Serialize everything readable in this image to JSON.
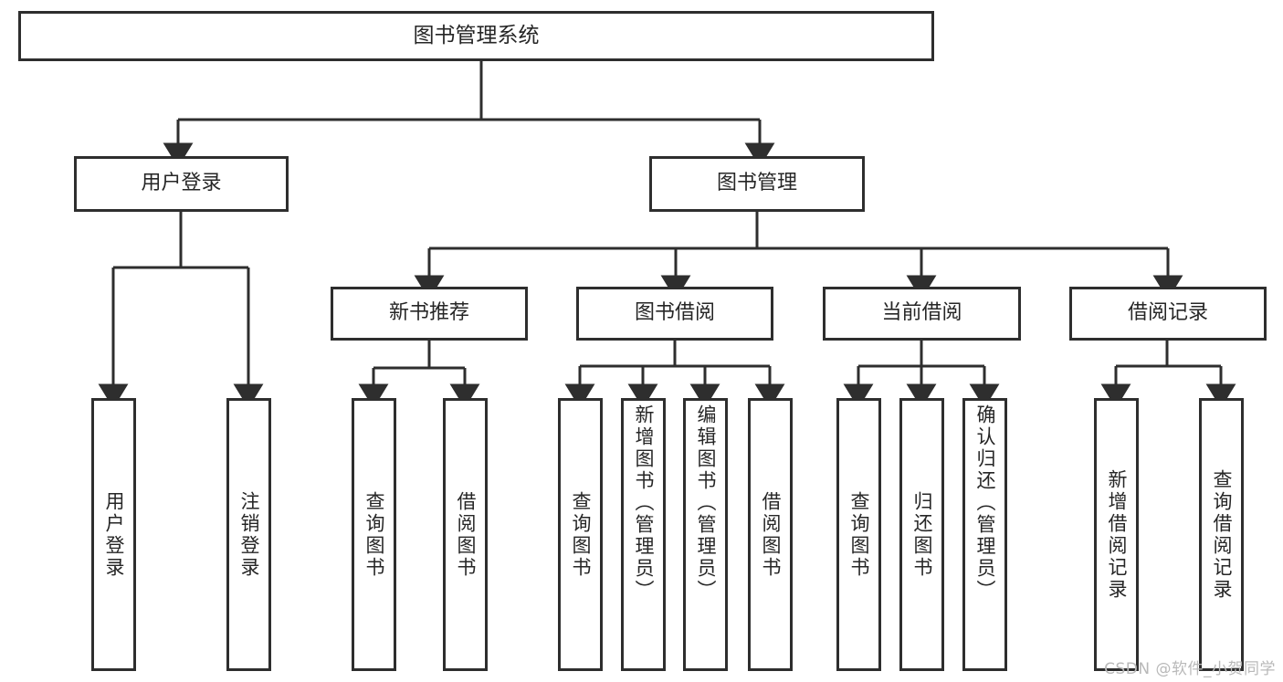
{
  "diagram": {
    "title": "图书管理系统",
    "type": "hierarchy-tree",
    "root": {
      "label": "图书管理系统"
    },
    "level2": [
      {
        "label": "用户登录"
      },
      {
        "label": "图书管理"
      }
    ],
    "level3": [
      {
        "label": "新书推荐"
      },
      {
        "label": "图书借阅"
      },
      {
        "label": "当前借阅"
      },
      {
        "label": "借阅记录"
      }
    ],
    "leaves": {
      "user_login": [
        {
          "label": "用户登录"
        },
        {
          "label": "注销登录"
        }
      ],
      "new_book_recommend": [
        {
          "label": "查询图书"
        },
        {
          "label": "借阅图书"
        }
      ],
      "book_borrow": [
        {
          "label": "查询图书"
        },
        {
          "label": "新增图书（管理员）"
        },
        {
          "label": "编辑图书（管理员）"
        },
        {
          "label": "借阅图书"
        }
      ],
      "current_borrow": [
        {
          "label": "查询图书"
        },
        {
          "label": "归还图书"
        },
        {
          "label": "确认归还（管理员）"
        }
      ],
      "borrow_record": [
        {
          "label": "新增借阅记录"
        },
        {
          "label": "查询借阅记录"
        }
      ]
    }
  },
  "watermark": {
    "text": "CSDN @软件_小贺同学"
  },
  "colors": {
    "stroke": "#2e2e2e",
    "fill": "#ffffff",
    "text": "#262626",
    "watermark": "#b9b9b9"
  }
}
